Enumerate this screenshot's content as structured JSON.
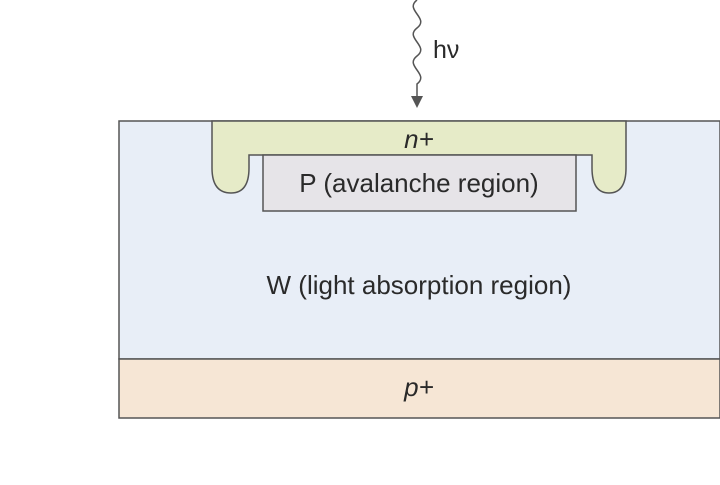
{
  "diagram": {
    "photon_label": "hν",
    "n_plus_label": "n+",
    "p_region_label": "P (avalanche region)",
    "w_region_label": "W (light absorption region)",
    "p_plus_label": "p+"
  },
  "colors": {
    "w_region_fill": "#e8eef7",
    "n_plus_fill": "#e6ebc8",
    "p_region_fill": "#e6e4e8",
    "p_plus_fill": "#f6e6d5",
    "outline": "#555555",
    "text": "#2a2a2a"
  }
}
